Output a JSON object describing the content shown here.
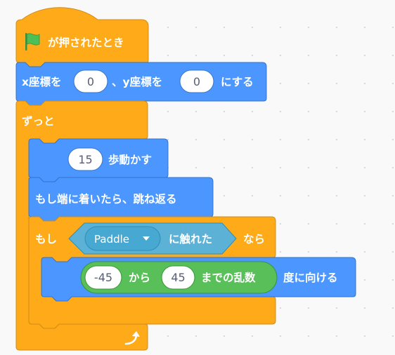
{
  "script": {
    "hat": {
      "label": "が押されたとき",
      "icon": "green-flag-icon",
      "color": "#ffab19"
    },
    "goto": {
      "label_x": "x座標を",
      "x_value": "0",
      "sep": "、y座標を",
      "y_value": "0",
      "label_end": "にする",
      "color": "#4c97ff"
    },
    "forever": {
      "label": "ずっと",
      "color": "#ffab19",
      "loop_icon": "loop-arrow-icon"
    },
    "move": {
      "steps": "15",
      "label": "歩動かす"
    },
    "bounce": {
      "label": "もし端に着いたら、跳ね返る"
    },
    "if_block": {
      "label_if": "もし",
      "label_then": "なら",
      "touching": {
        "target": "Paddle",
        "label": "に触れた",
        "color": "#5cb1d6"
      }
    },
    "point": {
      "label": "度に向ける",
      "random": {
        "from": "-45",
        "label_from": "から",
        "to": "45",
        "label_to": "までの乱数",
        "color": "#59c059"
      }
    }
  }
}
